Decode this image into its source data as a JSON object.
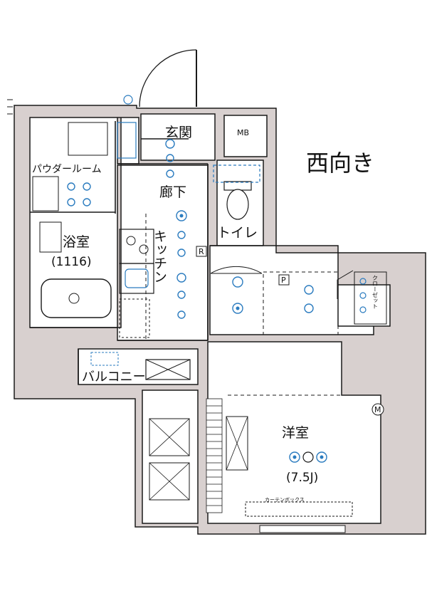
{
  "orientation_label": "西向き",
  "rooms": {
    "entrance": "玄関",
    "mb": "MB",
    "powder_room": "パウダールーム",
    "hallway": "廊下",
    "toilet": "トイレ",
    "bathroom": "浴室",
    "bathroom_size": "(1116)",
    "kitchen": "キッチン",
    "balcony": "バルコニー",
    "western_room": "洋室",
    "western_room_size": "(7.5J)",
    "closet": "クローゼット",
    "curtain_box": "カーテンボックス"
  },
  "fixtures": {
    "p_marker": "P",
    "r_marker": "R",
    "m_marker": "M"
  },
  "colors": {
    "wall_fill": "#d8d0cf",
    "line": "#1a1a1a",
    "fixture_blue": "#2a7bbf"
  }
}
